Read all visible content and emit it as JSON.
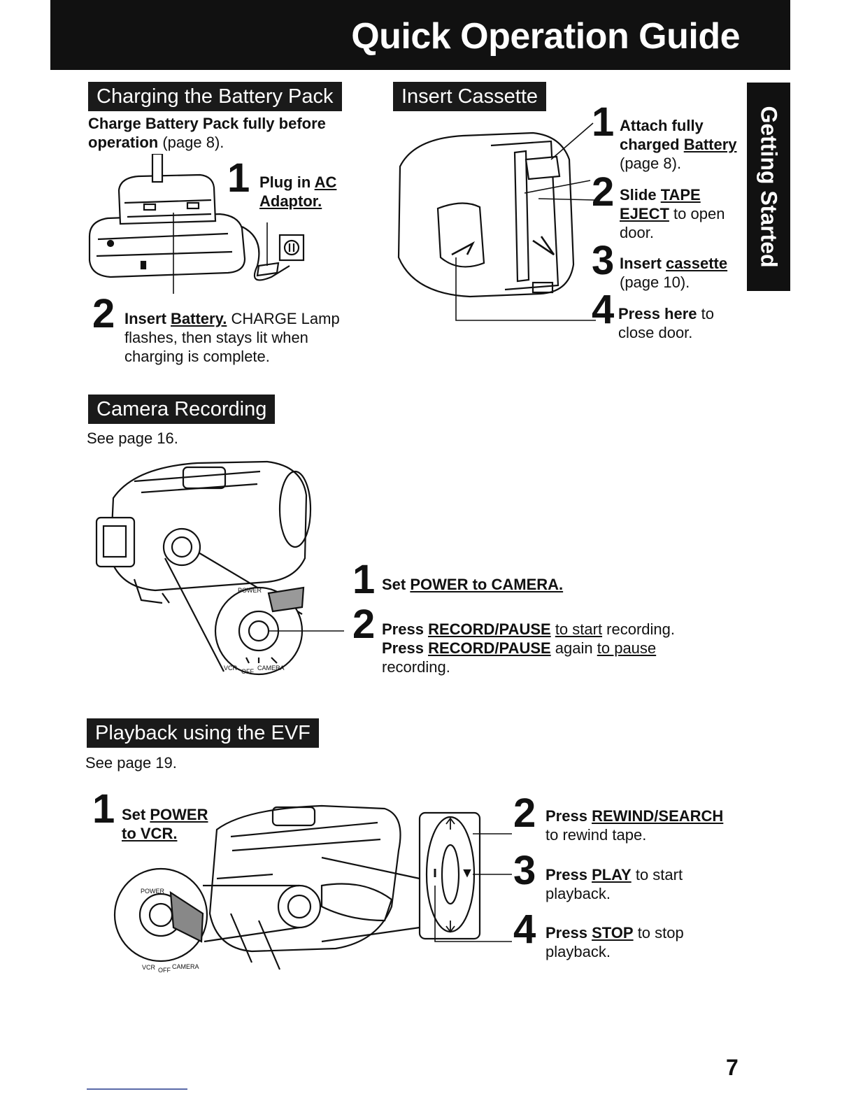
{
  "header": {
    "title": "Quick Operation Guide"
  },
  "side_tab": {
    "label": "Getting Started"
  },
  "charging": {
    "heading": "Charging the Battery Pack",
    "intro_bold_1": "Charge Battery Pack fully before",
    "intro_bold_2": "operation",
    "intro_rest": " (page 8).",
    "step1_num": "1",
    "step1_line1_a": "Plug in ",
    "step1_line1_b": "AC",
    "step1_line2": "Adaptor.",
    "step2_num": "2",
    "step2_bold": "Insert ",
    "step2_link": "Battery.",
    "step2_rest": " CHARGE Lamp",
    "step2_line2": "flashes, then stays lit when",
    "step2_line3": "charging is complete."
  },
  "cassette": {
    "heading": "Insert Cassette",
    "step1_num": "1",
    "step1_line1": "Attach fully",
    "step1_line2_a": "charged ",
    "step1_line2_b": "Battery",
    "step1_line3": "(page 8).",
    "step2_num": "2",
    "step2_line1_a": "Slide ",
    "step2_line1_b": "TAPE",
    "step2_line2_a": "EJECT",
    "step2_line2_b": " to open",
    "step2_line3": "door.",
    "step3_num": "3",
    "step3_line1_a": "Insert ",
    "step3_line1_b": "cassette",
    "step3_line2": "(page 10).",
    "step4_num": "4",
    "step4_line1_a": "Press here",
    "step4_line1_b": " to",
    "step4_line2": "close door."
  },
  "recording": {
    "heading": "Camera Recording",
    "see_page": "See page 16.",
    "step1_num": "1",
    "step1_a": "Set ",
    "step1_b": "POWER to CAMERA.",
    "step2_num": "2",
    "step2_l1_a": "Press ",
    "step2_l1_b": "RECORD/PAUSE",
    "step2_l1_c": " ",
    "step2_l1_d": "to start",
    "step2_l1_e": " recording.",
    "step2_l2_a": "Press ",
    "step2_l2_b": "RECORD/PAUSE",
    "step2_l2_c": " again ",
    "step2_l2_d": "to pause",
    "step2_l3": "recording.",
    "dial_power": "POWER",
    "dial_vcr": "VCR",
    "dial_off": "OFF",
    "dial_camera": "CAMERA"
  },
  "playback": {
    "heading": "Playback using the EVF",
    "see_page": "See page 19.",
    "step1_num": "1",
    "step1_line1_a": "Set ",
    "step1_line1_b": "POWER",
    "step1_line2": "to VCR.",
    "step2_num": "2",
    "step2_line1_a": "Press ",
    "step2_line1_b": "REWIND/SEARCH",
    "step2_line2": "to rewind tape.",
    "step3_num": "3",
    "step3_line1_a": "Press ",
    "step3_line1_b": "PLAY",
    "step3_line1_c": " to start",
    "step3_line2": "playback.",
    "step4_num": "4",
    "step4_line1_a": "Press ",
    "step4_line1_b": "STOP",
    "step4_line1_c": " to stop",
    "step4_line2": "playback.",
    "dial_power": "POWER",
    "dial_vcr": "VCR",
    "dial_off": "OFF",
    "dial_camera": "CAMERA"
  },
  "footer": {
    "page_number": "7"
  }
}
